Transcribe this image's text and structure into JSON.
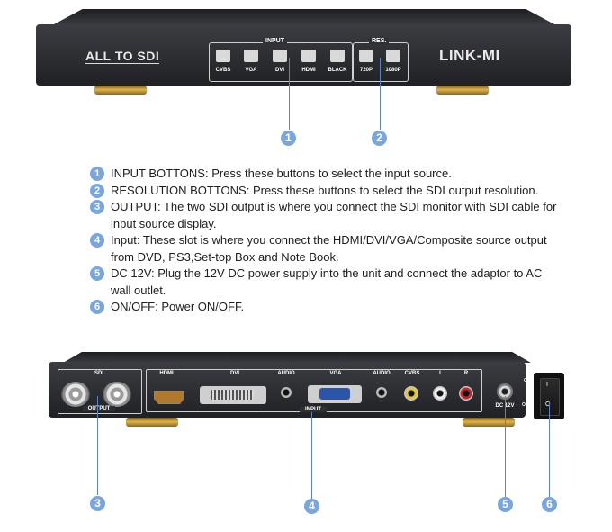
{
  "front": {
    "brand_left": "ALL TO SDI",
    "brand_right": "LINK-MI",
    "input_group_label": "INPUT",
    "input_buttons": [
      "CVBS",
      "VGA",
      "DVI",
      "HDMI",
      "BLACK"
    ],
    "res_group_label": "RES.",
    "res_buttons": [
      "720P",
      "1080P"
    ]
  },
  "callouts_top": [
    "1",
    "2"
  ],
  "descriptions": [
    {
      "num": "1",
      "text": "INPUT BOTTONS: Press these buttons to select the input source."
    },
    {
      "num": "2",
      "text": "RESOLUTION BOTTONS: Press these buttons to select the SDI output resolution."
    },
    {
      "num": "3",
      "text": "OUTPUT: The two SDI output is where you connect the SDI monitor with SDI cable for input source display."
    },
    {
      "num": "4",
      "text": "Input: These slot is where you connect the HDMI/DVI/VGA/Composite source output from DVD, PS3,Set-top Box and Note Book."
    },
    {
      "num": "5",
      "text": "DC 12V: Plug the 12V DC power supply into the unit and connect the adaptor to AC wall outlet."
    },
    {
      "num": "6",
      "text": "ON/OFF: Power ON/OFF."
    }
  ],
  "rear": {
    "sdi_label": "SDI",
    "output_label": "OUTPUT",
    "port_labels": [
      "HDMI",
      "DVI",
      "AUDIO",
      "VGA",
      "AUDIO",
      "CVBS",
      "L",
      "R"
    ],
    "input_label": "INPUT",
    "dc_label": "DC 12V",
    "switch_on": "ON",
    "switch_off": "OFF",
    "switch_i": "I",
    "switch_o": "O"
  },
  "callouts_bottom": [
    "3",
    "4",
    "5",
    "6"
  ],
  "colors": {
    "badge": "#7aa6de",
    "line": "#5b84c7",
    "device": "#2c2d31",
    "gold": "#c99a35"
  }
}
